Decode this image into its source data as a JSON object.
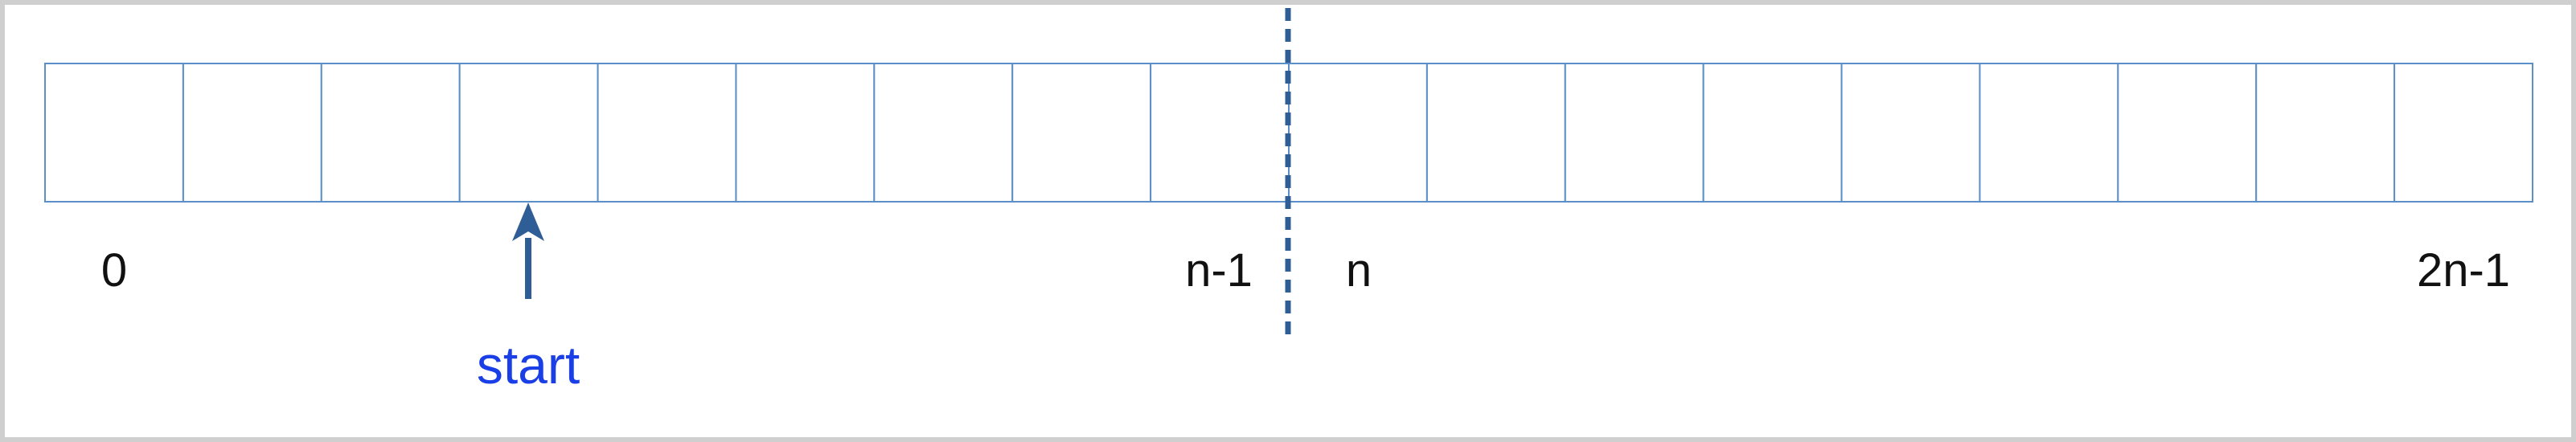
{
  "diagram": {
    "cell_count": 18,
    "colors": {
      "cell_border": "#5b8fc7",
      "divider": "#2f5e96",
      "arrow": "#2f5e96",
      "start_label": "#1a3fe6",
      "index_labels": "#111111"
    },
    "index_labels": {
      "first": "0",
      "left_end": "n-1",
      "right_start": "n",
      "last": "2n-1"
    },
    "pointer": {
      "label": "start",
      "cell_index": 3
    },
    "divider_after_cell": 9
  }
}
